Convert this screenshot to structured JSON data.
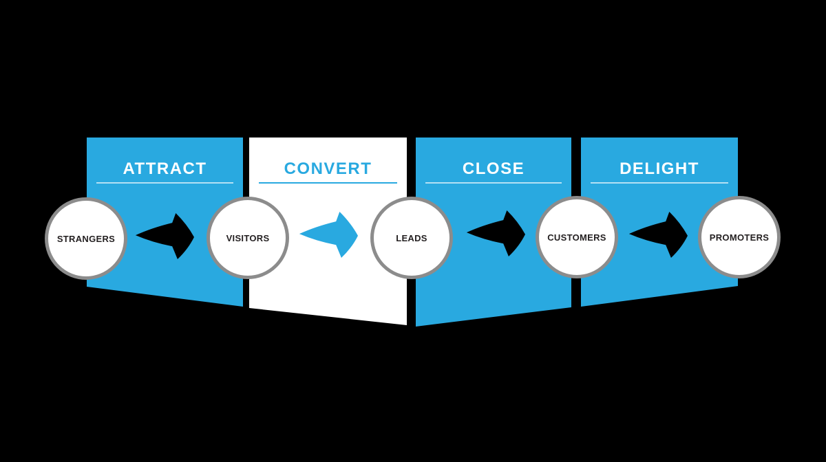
{
  "background_color": "#000000",
  "funnel": {
    "stages": [
      {
        "label": "ATTRACT",
        "panel_color": "#29a9e0",
        "title_color": "#ffffff",
        "underline_color": "rgba(255,255,255,0.65)"
      },
      {
        "label": "CONVERT",
        "panel_color": "#ffffff",
        "title_color": "#29a9e0",
        "underline_color": "#29a9e0"
      },
      {
        "label": "CLOSE",
        "panel_color": "#29a9e0",
        "title_color": "#ffffff",
        "underline_color": "rgba(255,255,255,0.65)"
      },
      {
        "label": "DELIGHT",
        "panel_color": "#29a9e0",
        "title_color": "#ffffff",
        "underline_color": "rgba(255,255,255,0.65)"
      }
    ],
    "personas": [
      {
        "label": "STRANGERS"
      },
      {
        "label": "VISITORS"
      },
      {
        "label": "LEADS"
      },
      {
        "label": "CUSTOMERS"
      },
      {
        "label": "PROMOTERS"
      }
    ],
    "arrows": [
      {
        "name": "strangers-to-visitors",
        "color": "#000000"
      },
      {
        "name": "visitors-to-leads",
        "color": "#29a9e0"
      },
      {
        "name": "leads-to-customers",
        "color": "#000000"
      },
      {
        "name": "customers-to-promoters",
        "color": "#000000"
      }
    ],
    "circle": {
      "fill": "#ffffff",
      "border_color": "#8c8c8c",
      "label_color": "#231f20"
    }
  }
}
